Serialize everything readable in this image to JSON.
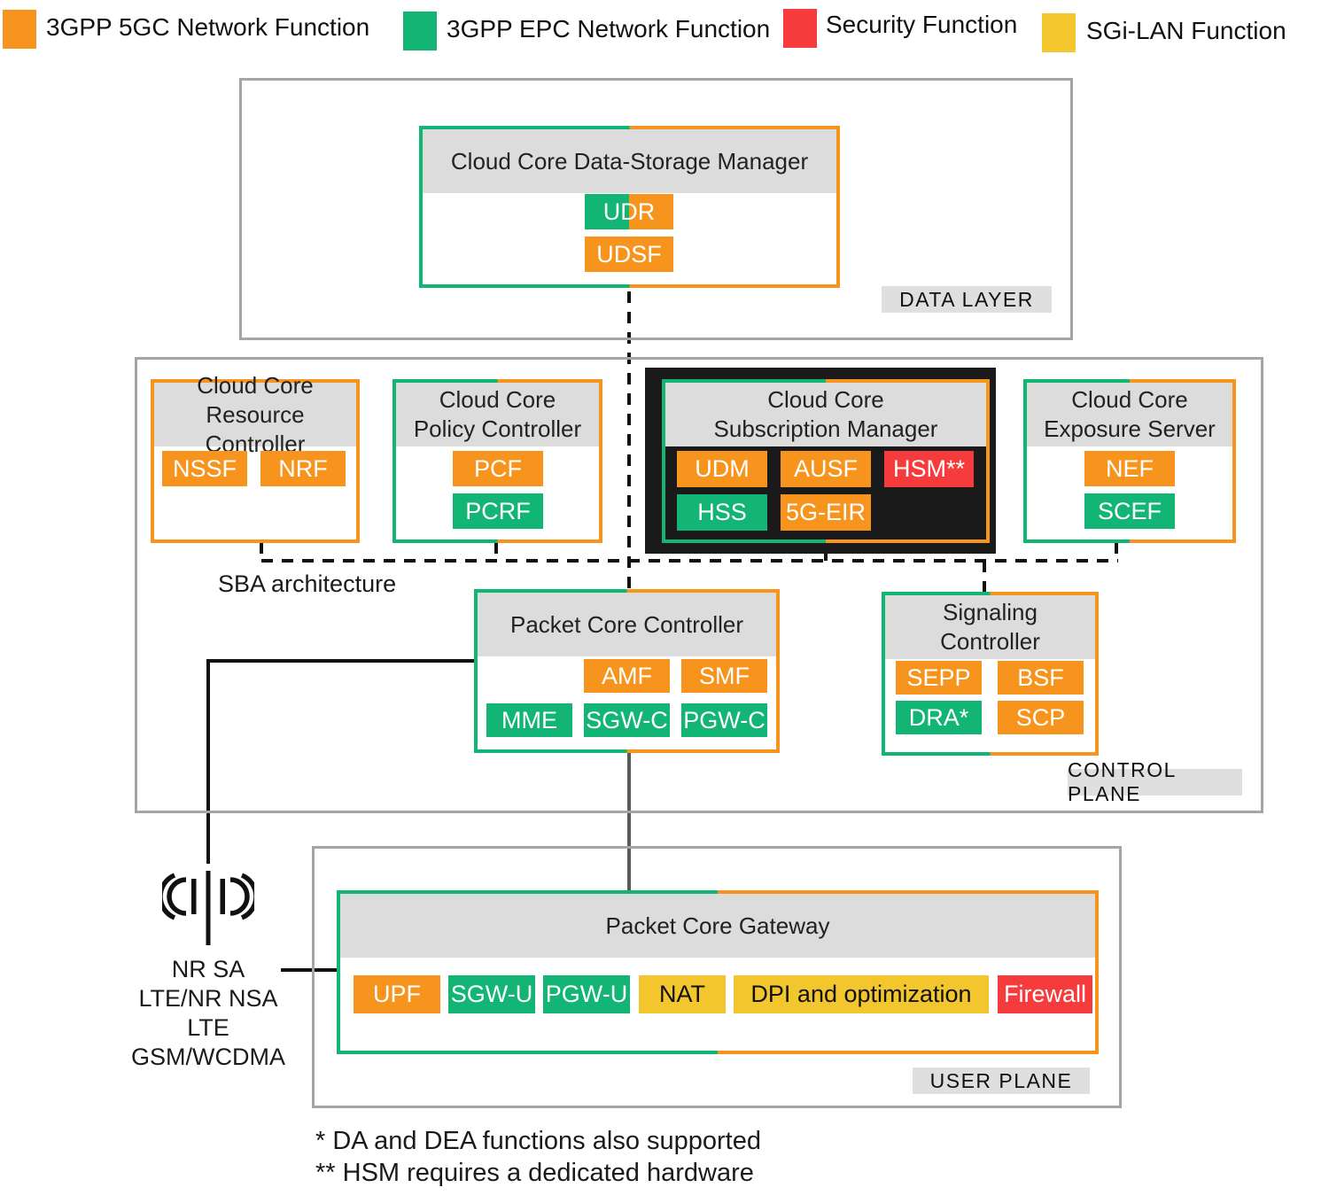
{
  "legend": {
    "items": [
      {
        "label": "3GPP 5GC Network Function",
        "color": "#F7941E"
      },
      {
        "label": "3GPP EPC Network Function",
        "color": "#12B573"
      },
      {
        "label": "Security Function",
        "color": "#F53B3B"
      },
      {
        "label": "SGi-LAN Function",
        "color": "#F3C62E"
      }
    ]
  },
  "data_layer": {
    "layer_label": "DATA LAYER",
    "storage_manager": {
      "title": "Cloud Core Data-Storage Manager",
      "badges": {
        "udr": "UDR",
        "udsf": "UDSF"
      }
    }
  },
  "control_plane": {
    "layer_label": "CONTROL PLANE",
    "sba_label": "SBA architecture",
    "resource_controller": {
      "title1": "Cloud Core",
      "title2": "Resource Controller",
      "badges": {
        "nssf": "NSSF",
        "nrf": "NRF"
      }
    },
    "policy_controller": {
      "title1": "Cloud Core",
      "title2": "Policy Controller",
      "badges": {
        "pcf": "PCF",
        "pcrf": "PCRF"
      }
    },
    "subscription_manager": {
      "title1": "Cloud Core",
      "title2": "Subscription Manager",
      "badges": {
        "udm": "UDM",
        "ausf": "AUSF",
        "hsm": "HSM**",
        "hss": "HSS",
        "eir": "5G-EIR"
      }
    },
    "exposure_server": {
      "title1": "Cloud Core",
      "title2": "Exposure Server",
      "badges": {
        "nef": "NEF",
        "scef": "SCEF"
      }
    },
    "packet_core_controller": {
      "title": "Packet Core Controller",
      "badges": {
        "amf": "AMF",
        "smf": "SMF",
        "mme": "MME",
        "sgwc": "SGW-C",
        "pgwc": "PGW-C"
      }
    },
    "signaling_controller": {
      "title1": "Signaling",
      "title2": "Controller",
      "badges": {
        "sepp": "SEPP",
        "bsf": "BSF",
        "dra": "DRA*",
        "scp": "SCP"
      }
    }
  },
  "user_plane": {
    "layer_label": "USER PLANE",
    "packet_core_gateway": {
      "title": "Packet Core Gateway",
      "badges": {
        "upf": "UPF",
        "sgwu": "SGW-U",
        "pgwu": "PGW-U",
        "nat": "NAT",
        "dpi": "DPI and optimization",
        "firewall": "Firewall"
      }
    }
  },
  "radio_access": {
    "lines": [
      "NR SA",
      "LTE/NR NSA",
      "LTE",
      "GSM/WCDMA"
    ]
  },
  "footnotes": {
    "line1": "* DA and DEA functions also supported",
    "line2": "** HSM requires a dedicated hardware"
  }
}
